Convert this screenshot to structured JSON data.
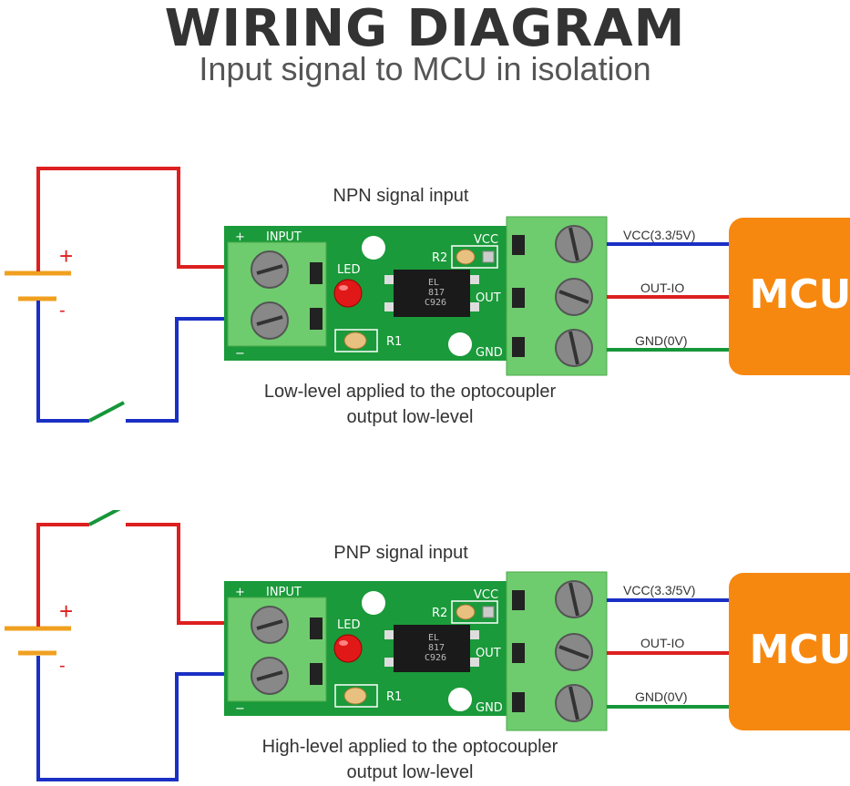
{
  "title": "WIRING DIAGRAM",
  "subtitle": "Input signal to MCU in isolation",
  "colors": {
    "positive_wire": "#dd1f1f",
    "negative_wire": "#1a2fc4",
    "switch": "#16963a",
    "battery": "#f0a020",
    "mcu": "#f7880f",
    "pcb": "#1a9a3a",
    "terminal": "#6ecc6e"
  },
  "panels": [
    {
      "signal_label": "NPN signal input",
      "caption_line1": "Low-level applied to the optocoupler",
      "caption_line2": "output low-level",
      "switch_position": "negative-wire"
    },
    {
      "signal_label": "PNP signal input",
      "caption_line1": "High-level applied to the optocoupler",
      "caption_line2": "output low-level",
      "switch_position": "positive-wire"
    }
  ],
  "battery": {
    "plus": "+",
    "minus": "-"
  },
  "board": {
    "input_label": "INPUT",
    "input_plus": "+",
    "input_minus": "−",
    "led_label": "LED",
    "r1_label": "R1",
    "r2_label": "R2",
    "vcc_label": "VCC",
    "out_label": "OUT",
    "gnd_label": "GND",
    "chip_line1": "EL",
    "chip_line2": "817",
    "chip_line3": "C926"
  },
  "wires": {
    "vcc": "VCC(3.3/5V)",
    "out": "OUT-IO",
    "gnd": "GND(0V)"
  },
  "mcu": {
    "label": "MCU"
  },
  "icons": [
    "battery-icon",
    "switch-icon",
    "led-icon",
    "resistor-icon",
    "optocoupler-icon",
    "screw-terminal-icon"
  ]
}
